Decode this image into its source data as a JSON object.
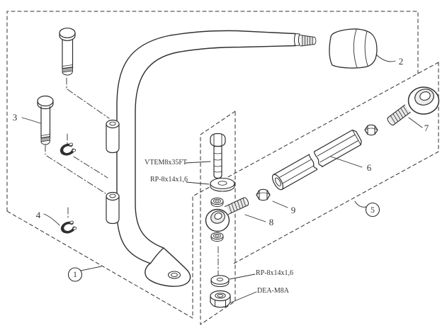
{
  "figure": {
    "background": "#ffffff",
    "line_color": "#2f2f2f",
    "shade_color": "#ececec",
    "callouts": {
      "c1": "1",
      "c2": "2",
      "c3": "3",
      "c4": "4",
      "c5": "5",
      "c6": "6",
      "c7": "7",
      "c8": "8",
      "c9": "9"
    },
    "part_labels": {
      "bolt": "VTEM8x35FT",
      "washer_mid": "RP-8x14x1,6",
      "washer_bottom": "RP-8x14x1,6",
      "nut_bottom": "DEA-M8A"
    }
  }
}
